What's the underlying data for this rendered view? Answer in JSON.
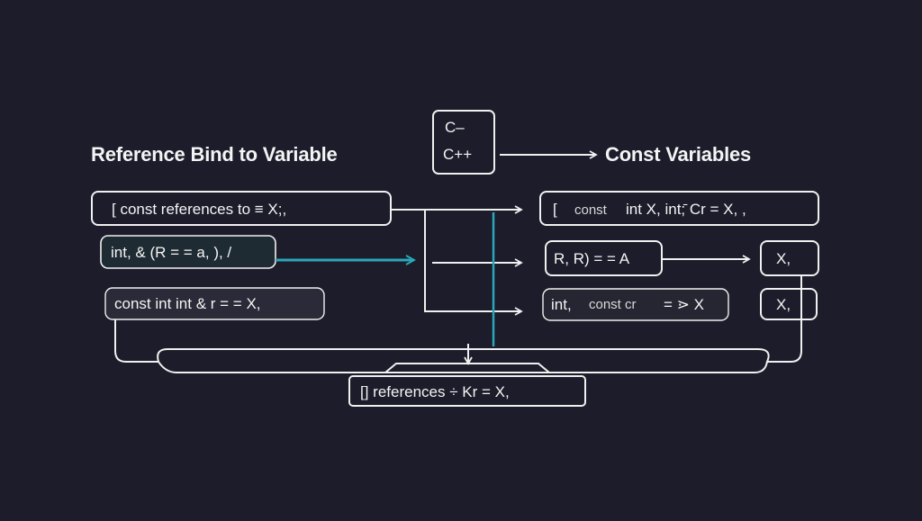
{
  "diagram": {
    "left_title": "Reference Bind to Variable",
    "right_title": "Const Variables",
    "lang_box": {
      "line1": "C–",
      "line2": "C++"
    },
    "left_nodes": [
      {
        "id": "L1",
        "text": "[  const  references  to  ≡ X;,"
      },
      {
        "id": "L2",
        "text": "int,   &  (R  =  =  a, ),  /"
      },
      {
        "id": "L3",
        "text": "const int   int & r   = = X,"
      }
    ],
    "right_nodes": [
      {
        "id": "R1a",
        "text_start": "[",
        "text_mid": "const",
        "text_end": "int  X,  int;̄  Cr  =  X,  ,"
      },
      {
        "id": "R2a",
        "text": "R,  R) = =  A"
      },
      {
        "id": "R2b",
        "text": "X,"
      },
      {
        "id": "R3a",
        "text_start": "int,",
        "text_mid": "const  cr",
        "text_end": "= ⋗  X"
      },
      {
        "id": "R3b",
        "text": "X,"
      }
    ],
    "bottom_node": {
      "text": "[]    references ÷ Kr  =  X,"
    },
    "colors": {
      "background": "#1c1c2b",
      "stroke": "#f0f0f0",
      "accent": "#2aa8b8"
    }
  }
}
